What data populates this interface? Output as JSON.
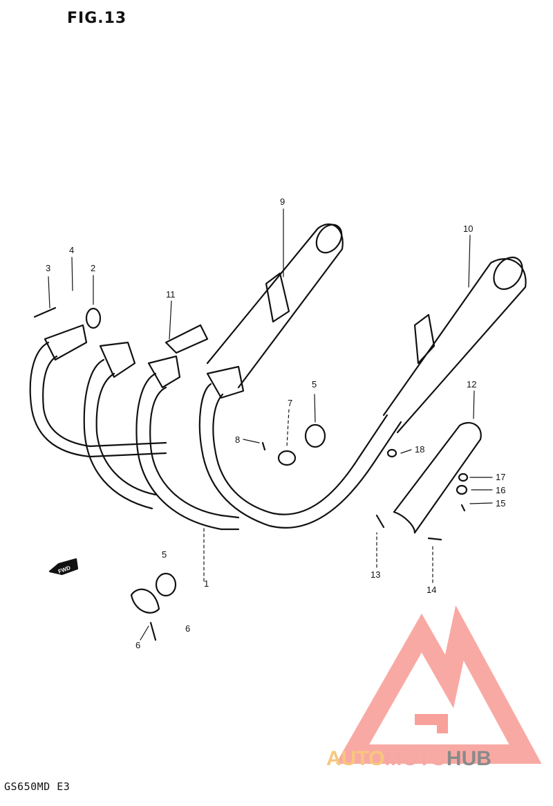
{
  "figure": {
    "title": "FIG.13",
    "model_code": "GS650MD E3"
  },
  "callouts": {
    "c1": "1",
    "c2": "2",
    "c3": "3",
    "c4": "4",
    "c5a": "5",
    "c5b": "5",
    "c6": "6",
    "c6b": "6",
    "c7": "7",
    "c8": "8",
    "c9": "9",
    "c10": "10",
    "c11": "11",
    "c12": "12",
    "c13": "13",
    "c14": "14",
    "c15": "15",
    "c16": "16",
    "c17": "17",
    "c18": "18"
  },
  "direction_arrow": {
    "label": "FWD"
  },
  "watermark": {
    "part1": "AUTO",
    "part2": "MOTO",
    "part3": "HUB",
    "colors": {
      "triangle": "#f8a09a",
      "auto": "#f7c77c",
      "moto": "#f4a9a4",
      "hub": "#8a8a8a"
    }
  }
}
